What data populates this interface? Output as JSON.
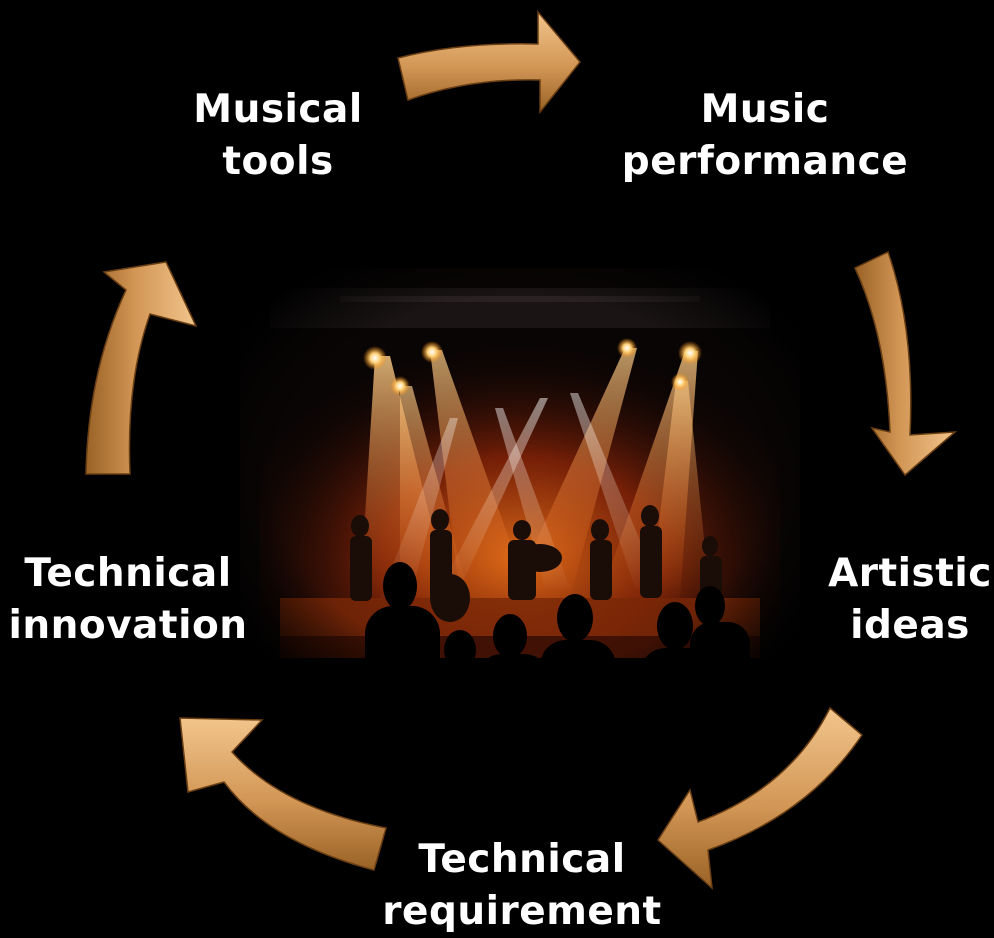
{
  "diagram": {
    "nodes": {
      "musical_tools": {
        "line1": "Musical",
        "line2": "tools"
      },
      "music_performance": {
        "line1": "Music",
        "line2": "performance"
      },
      "artistic_ideas": {
        "line1": "Artistic",
        "line2": "ideas"
      },
      "technical_requirement": {
        "line1": "Technical",
        "line2": "requirement"
      },
      "technical_innovation": {
        "line1": "Technical",
        "line2": "innovation"
      }
    },
    "cycle_order": [
      "musical_tools",
      "music_performance",
      "artistic_ideas",
      "technical_requirement",
      "technical_innovation"
    ],
    "center_image": "concert-stage-photo"
  },
  "colors": {
    "background": "#000000",
    "text": "#ffffff",
    "arrow_light": "#e8b87a",
    "arrow_mid": "#c98a45",
    "arrow_dark": "#8a5520",
    "stage_light_warm": "#ff9a3c",
    "stage_light_white": "#fff3e0"
  }
}
